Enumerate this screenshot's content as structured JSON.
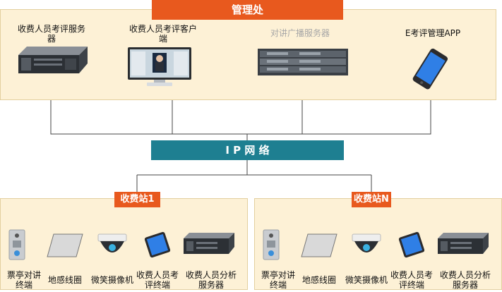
{
  "colors": {
    "orange": "#e8591e",
    "teal": "#1e7f91",
    "panel": "#fdf1d6"
  },
  "mgmt": {
    "title": "管理处",
    "devices": [
      {
        "label": "收费人员考评服务器",
        "icon": "rack-server-icon"
      },
      {
        "label": "收费人员考评客户端",
        "icon": "monitor-icon"
      },
      {
        "label": "对讲广播服务器",
        "icon": "chassis-server-icon"
      },
      {
        "label": "E考评管理APP",
        "icon": "smartphone-icon"
      }
    ]
  },
  "network": {
    "label": "I P 网 络"
  },
  "stations": [
    {
      "title": "收费站1",
      "devices": [
        {
          "label": "票亭对讲终端",
          "icon": "intercom-icon"
        },
        {
          "label": "地感线圈",
          "icon": "loop-coil-icon"
        },
        {
          "label": "微笑摄像机",
          "icon": "dome-camera-icon"
        },
        {
          "label": "收费人员考评终端",
          "icon": "tablet-icon"
        },
        {
          "label": "收费人员分析服务器",
          "icon": "server-icon"
        }
      ]
    },
    {
      "title": "收费站N",
      "devices": [
        {
          "label": "票亭对讲终端",
          "icon": "intercom-icon"
        },
        {
          "label": "地感线圈",
          "icon": "loop-coil-icon"
        },
        {
          "label": "微笑摄像机",
          "icon": "dome-camera-icon"
        },
        {
          "label": "收费人员考评终端",
          "icon": "tablet-icon"
        },
        {
          "label": "收费人员分析服务器",
          "icon": "server-icon"
        }
      ]
    }
  ]
}
